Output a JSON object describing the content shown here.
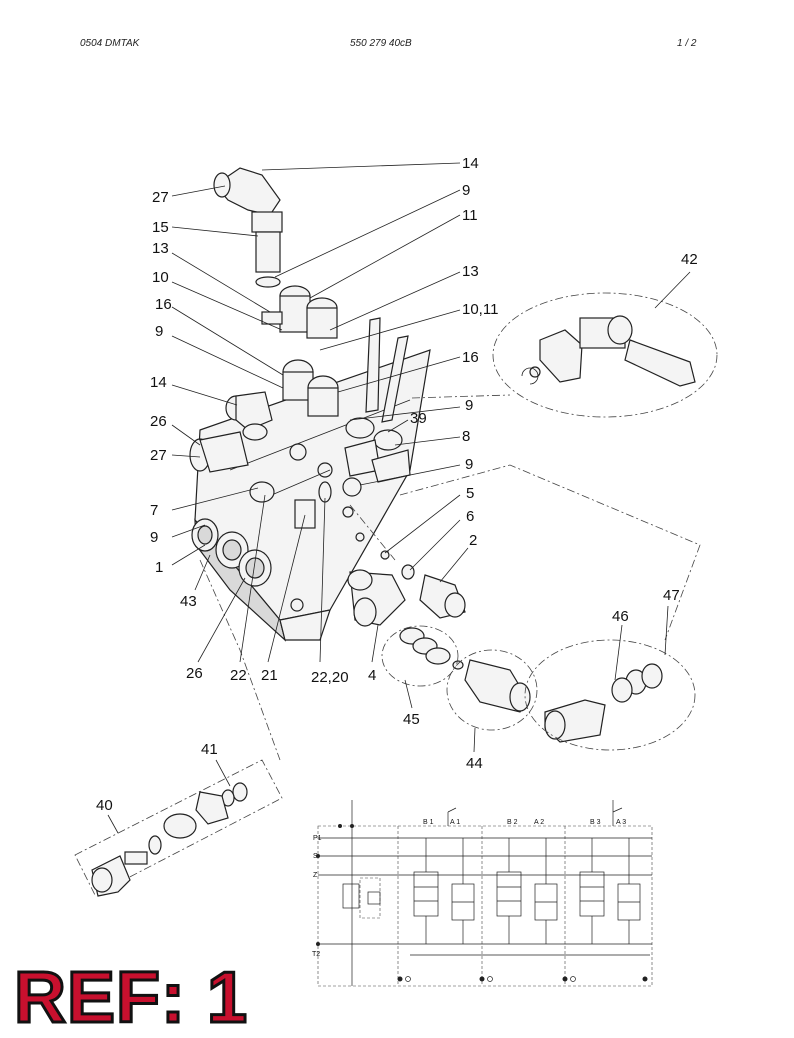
{
  "header": {
    "left": "0504 DMTAK",
    "center": "550 279 40cB",
    "right": "1 /   2"
  },
  "ref_label": "REF: 1",
  "callouts": [
    {
      "id": "c-14a",
      "text": "14"
    },
    {
      "id": "c-27a",
      "text": "27"
    },
    {
      "id": "c-9a",
      "text": "9"
    },
    {
      "id": "c-15",
      "text": "15"
    },
    {
      "id": "c-11a",
      "text": "11"
    },
    {
      "id": "c-13a",
      "text": "13"
    },
    {
      "id": "c-13b",
      "text": "13"
    },
    {
      "id": "c-10a",
      "text": "10"
    },
    {
      "id": "c-1011",
      "text": "10,11"
    },
    {
      "id": "c-16a",
      "text": "16"
    },
    {
      "id": "c-9b",
      "text": "9"
    },
    {
      "id": "c-16b",
      "text": "16"
    },
    {
      "id": "c-14b",
      "text": "14"
    },
    {
      "id": "c-9c",
      "text": "9"
    },
    {
      "id": "c-39",
      "text": "39"
    },
    {
      "id": "c-26a",
      "text": "26"
    },
    {
      "id": "c-8",
      "text": "8"
    },
    {
      "id": "c-27b",
      "text": "27"
    },
    {
      "id": "c-9d",
      "text": "9"
    },
    {
      "id": "c-5",
      "text": "5"
    },
    {
      "id": "c-7",
      "text": "7"
    },
    {
      "id": "c-6",
      "text": "6"
    },
    {
      "id": "c-9e",
      "text": "9"
    },
    {
      "id": "c-2",
      "text": "2"
    },
    {
      "id": "c-1",
      "text": "1"
    },
    {
      "id": "c-43",
      "text": "43"
    },
    {
      "id": "c-26b",
      "text": "26"
    },
    {
      "id": "c-22",
      "text": "22"
    },
    {
      "id": "c-21",
      "text": "21"
    },
    {
      "id": "c-2220",
      "text": "22,20"
    },
    {
      "id": "c-4",
      "text": "4"
    },
    {
      "id": "c-42",
      "text": "42"
    },
    {
      "id": "c-47",
      "text": "47"
    },
    {
      "id": "c-46",
      "text": "46"
    },
    {
      "id": "c-45",
      "text": "45"
    },
    {
      "id": "c-44",
      "text": "44"
    },
    {
      "id": "c-41",
      "text": "41"
    },
    {
      "id": "c-40",
      "text": "40"
    }
  ],
  "schematic": {
    "section_labels": [
      "B 1",
      "A 1",
      "B 2",
      "A 2",
      "B 3",
      "A 3"
    ],
    "port_labels": [
      "P1",
      "S",
      "Z",
      "T2"
    ]
  }
}
